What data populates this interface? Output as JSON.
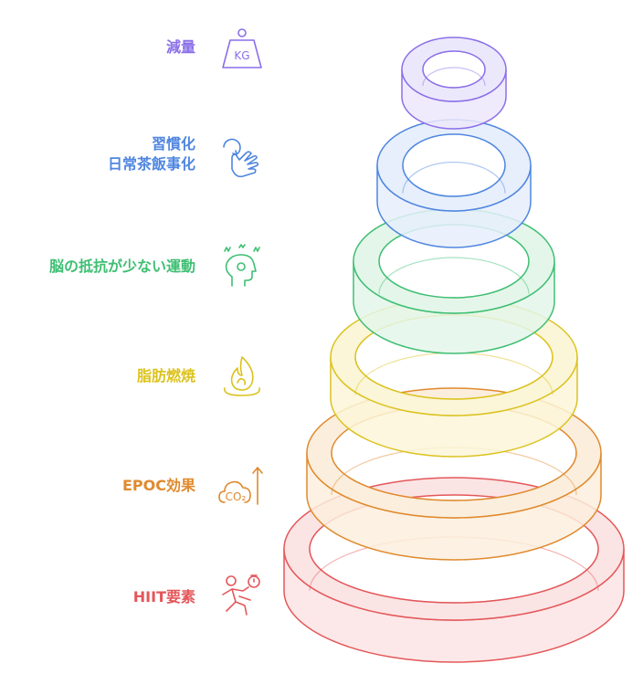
{
  "levels": [
    {
      "key": "weight_loss",
      "lines": [
        "減量"
      ],
      "color": "#8b6fe8",
      "fill": "#ece8fb",
      "icon": "kg-weight-icon",
      "icon_text": "KG"
    },
    {
      "key": "habit",
      "lines": [
        "習慣化",
        "日常茶飯事化"
      ],
      "color": "#4f86e0",
      "fill": "#e6effb",
      "icon": "hand-gesture-icon"
    },
    {
      "key": "exercise",
      "lines": [
        "脳の抵抗が少ない運動"
      ],
      "color": "#3fbf73",
      "fill": "#e4f6ea",
      "icon": "head-stress-icon"
    },
    {
      "key": "fat_burn",
      "lines": [
        "脂肪燃焼"
      ],
      "color": "#dcc21e",
      "fill": "#fbf6d8",
      "icon": "flame-icon"
    },
    {
      "key": "epoc",
      "lines": [
        "EPOC効果"
      ],
      "color": "#e08a2e",
      "fill": "#fbeedd",
      "icon": "co2-arrow-icon",
      "icon_text": "CO₂"
    },
    {
      "key": "hiit",
      "lines": [
        "HIIT要素"
      ],
      "color": "#e4575a",
      "fill": "#fbe4e4",
      "icon": "runner-timer-icon"
    }
  ]
}
